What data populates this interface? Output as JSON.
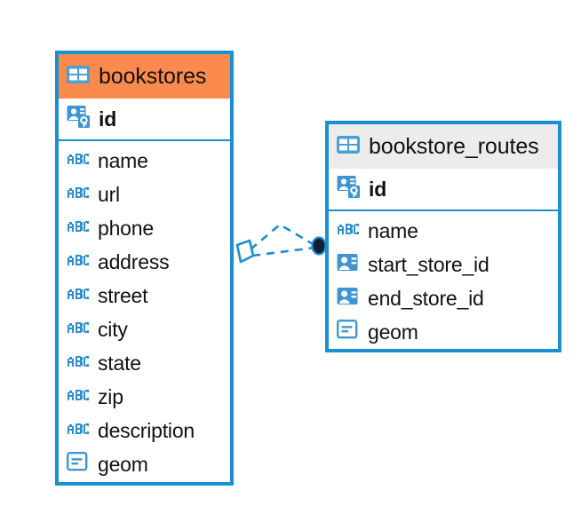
{
  "diagram": {
    "type": "er-diagram",
    "background": "#ffffff",
    "accent_color": "#1a8fd1",
    "highlight_color": "#fa8a4d",
    "neutral_header_color": "#ececec",
    "text_color": "#111111"
  },
  "entities": [
    {
      "id": "bookstores",
      "title": "bookstores",
      "header_icon": "table-icon",
      "header_color": "#fa8a4d",
      "primary_key": {
        "name": "id",
        "icon": "primary-key-icon"
      },
      "attributes": [
        {
          "name": "name",
          "icon": "text-abc-icon"
        },
        {
          "name": "url",
          "icon": "text-abc-icon"
        },
        {
          "name": "phone",
          "icon": "text-abc-icon"
        },
        {
          "name": "address",
          "icon": "text-abc-icon"
        },
        {
          "name": "street",
          "icon": "text-abc-icon"
        },
        {
          "name": "city",
          "icon": "text-abc-icon"
        },
        {
          "name": "state",
          "icon": "text-abc-icon"
        },
        {
          "name": "zip",
          "icon": "text-abc-icon"
        },
        {
          "name": "description",
          "icon": "text-abc-icon"
        },
        {
          "name": "geom",
          "icon": "geometry-icon"
        }
      ]
    },
    {
      "id": "bookstore_routes",
      "title": "bookstore_routes",
      "header_icon": "table-icon",
      "header_color": "#ececec",
      "primary_key": {
        "name": "id",
        "icon": "primary-key-icon"
      },
      "attributes": [
        {
          "name": "name",
          "icon": "text-abc-icon"
        },
        {
          "name": "start_store_id",
          "icon": "foreign-key-icon"
        },
        {
          "name": "end_store_id",
          "icon": "foreign-key-icon"
        },
        {
          "name": "geom",
          "icon": "geometry-icon"
        }
      ]
    }
  ],
  "relationship": {
    "from_entity": "bookstores",
    "to_entity": "bookstore_routes",
    "line_style": "dashed",
    "line_color": "#1a8fd1",
    "source_marker": "diamond-outline-marker",
    "target_marker": "filled-dot-marker",
    "target_marker_color": "#111a2e"
  }
}
